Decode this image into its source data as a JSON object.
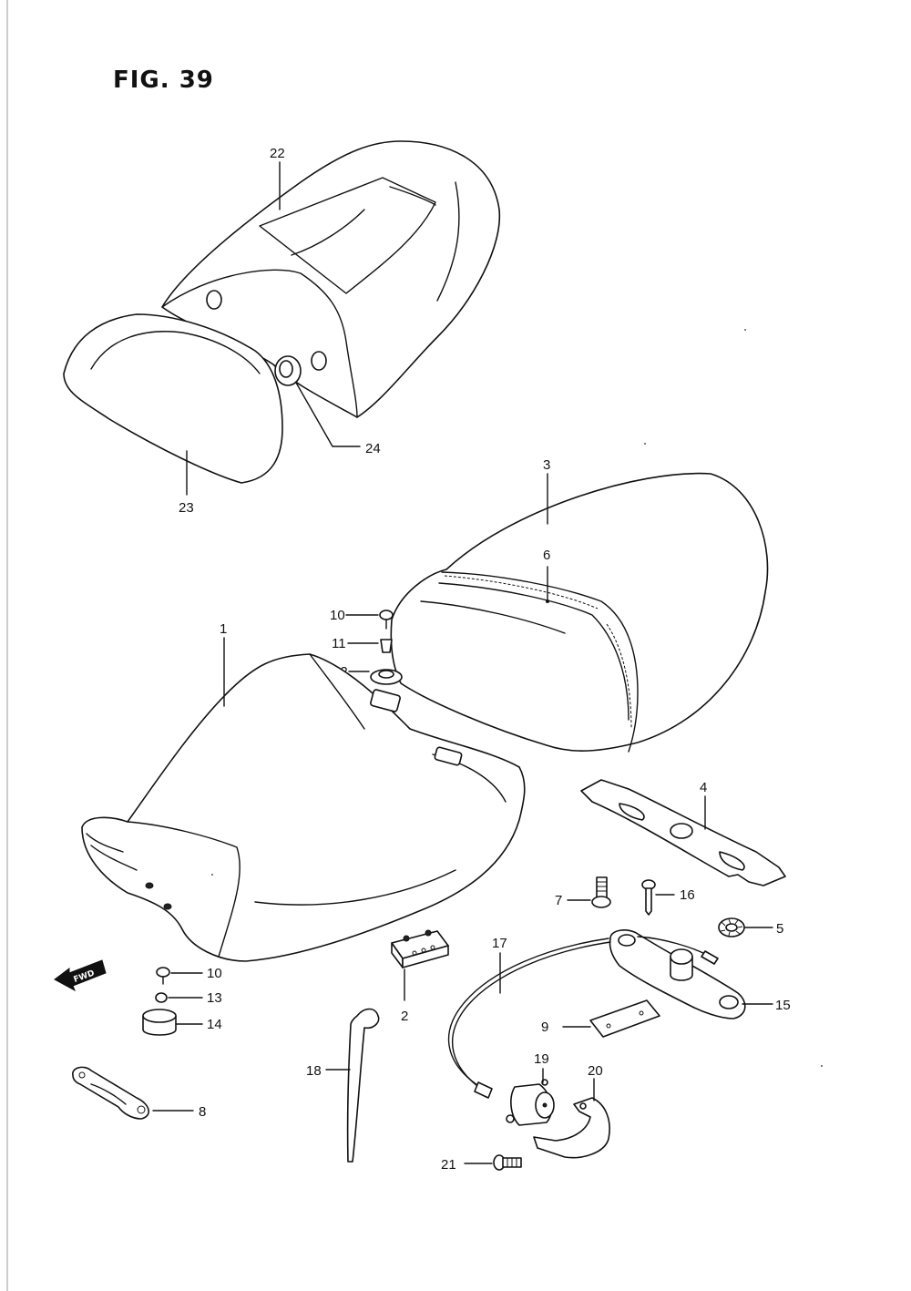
{
  "figure": {
    "title": "FIG. 39",
    "fwd_label": "FWD"
  },
  "callouts": {
    "c1": "1",
    "c2": "2",
    "c3": "3",
    "c4": "4",
    "c5": "5",
    "c6": "6",
    "c7": "7",
    "c8": "8",
    "c9": "9",
    "c10a": "10",
    "c10b": "10",
    "c11": "11",
    "c12": "12",
    "c13": "13",
    "c14": "14",
    "c15": "15",
    "c16": "16",
    "c17": "17",
    "c18": "18",
    "c19": "19",
    "c20": "20",
    "c21": "21",
    "c22": "22",
    "c23": "23",
    "c24": "24"
  }
}
